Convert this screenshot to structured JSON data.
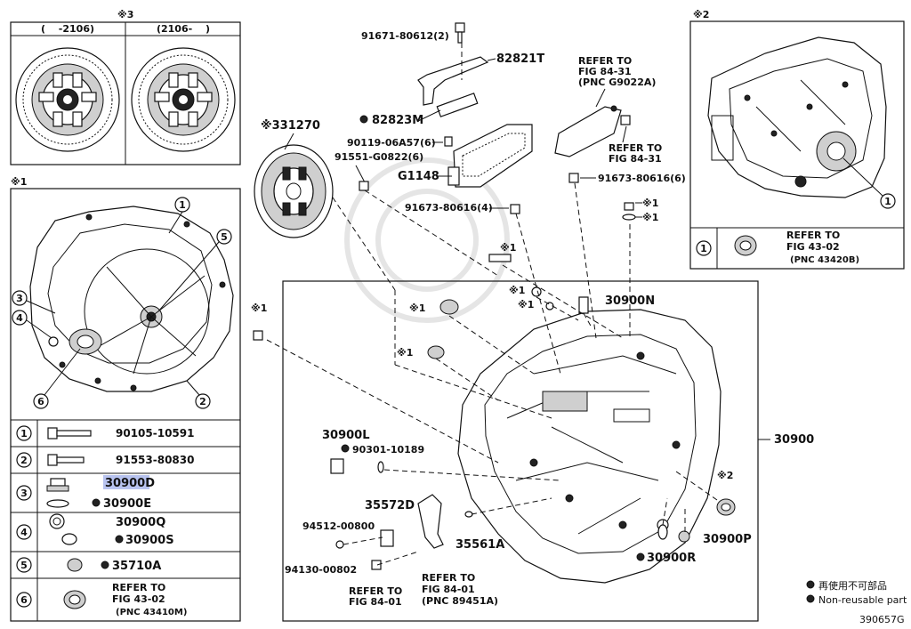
{
  "figure_id": "390657G",
  "top_left_box": {
    "note": "※3",
    "col_left": "(　 -2106)",
    "col_right": "(2106-　 )"
  },
  "left_box": {
    "note": "※1",
    "callouts": [
      "1",
      "2",
      "3",
      "4",
      "5",
      "6"
    ],
    "rows": [
      {
        "num": "1",
        "parts": [
          "90105-10591"
        ]
      },
      {
        "num": "2",
        "parts": [
          "91553-80830"
        ]
      },
      {
        "num": "3",
        "parts": [
          "30900D",
          "30900E"
        ]
      },
      {
        "num": "4",
        "parts": [
          "30900Q",
          "30900S"
        ]
      },
      {
        "num": "5",
        "parts": [
          "35710A"
        ]
      },
      {
        "num": "6",
        "refer": [
          "REFER TO",
          "FIG 43-02",
          "(PNC 43410M)"
        ]
      }
    ]
  },
  "right_box": {
    "note": "※2",
    "callout": "1",
    "row_num": "1",
    "refer": [
      "REFER TO",
      "FIG 43-02",
      "(PNC 43420B)"
    ]
  },
  "labels": {
    "p91671": "91671-80612(2)",
    "p82821T": "82821T",
    "p82823M": "82823M",
    "p90119": "90119-06A57(6)",
    "p91551": "91551-G0822(6)",
    "pG1148": "G1148",
    "p91673a": "91673-80616(4)",
    "p91673b": "91673-80616(6)",
    "p31270": "※331270",
    "ref_g9022a": [
      "REFER TO",
      "FIG 84-31",
      "(PNC G9022A)"
    ],
    "ref_84_31": [
      "REFER TO",
      "FIG 84-31"
    ],
    "star1": "※1",
    "star2": "※2",
    "p30900N": "30900N",
    "p30900L": "30900L",
    "p90301": "90301-10189",
    "p30900": "30900",
    "p35572D": "35572D",
    "p94512": "94512-00800",
    "p35561A": "35561A",
    "p94130": "94130-00802",
    "p30900R": "30900R",
    "p30900P": "30900P",
    "ref_8401a": [
      "REFER TO",
      "FIG 84-01"
    ],
    "ref_8401b": [
      "REFER TO",
      "FIG 84-01",
      "(PNC 89451A)"
    ]
  },
  "legend": {
    "jp": "再使用不可部品",
    "en": "Non-reusable part"
  }
}
